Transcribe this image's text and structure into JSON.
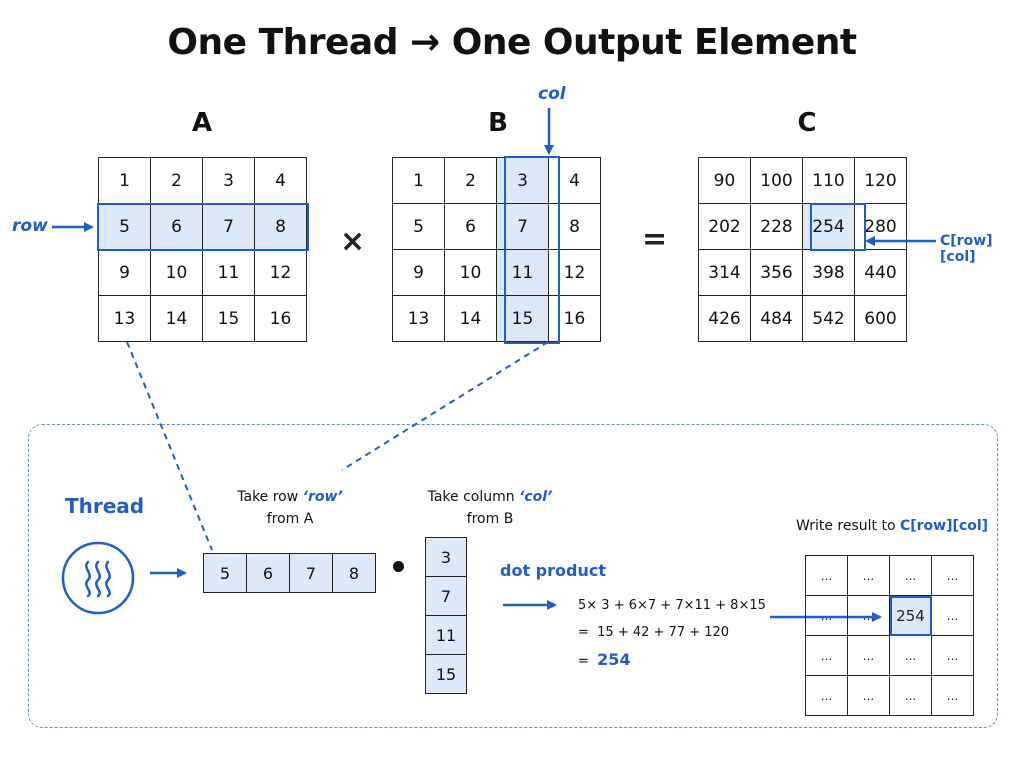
{
  "title": "One Thread → One Output Element",
  "matrices": {
    "a": {
      "label": "A",
      "rows": [
        [
          "1",
          "2",
          "3",
          "4"
        ],
        [
          "5",
          "6",
          "7",
          "8"
        ],
        [
          "9",
          "10",
          "11",
          "12"
        ],
        [
          "13",
          "14",
          "15",
          "16"
        ]
      ],
      "highlight_row": 1
    },
    "b": {
      "label": "B",
      "rows": [
        [
          "1",
          "2",
          "3",
          "4"
        ],
        [
          "5",
          "6",
          "7",
          "8"
        ],
        [
          "9",
          "10",
          "11",
          "12"
        ],
        [
          "13",
          "14",
          "15",
          "16"
        ]
      ],
      "highlight_col": 2
    },
    "c": {
      "label": "C",
      "rows": [
        [
          "90",
          "100",
          "110",
          "120"
        ],
        [
          "202",
          "228",
          "254",
          "280"
        ],
        [
          "314",
          "356",
          "398",
          "440"
        ],
        [
          "426",
          "484",
          "542",
          "600"
        ]
      ],
      "highlight_cell": [
        1,
        2
      ]
    }
  },
  "operators": {
    "times": "×",
    "equals": "="
  },
  "annotations": {
    "row": "row",
    "col": "col",
    "c_ref": "C[row][col]"
  },
  "thread": {
    "label": "Thread",
    "row_caption": {
      "prefix": "Take row ",
      "var": "‘row’",
      "suffix": "from A"
    },
    "col_caption": {
      "prefix": "Take column ",
      "var": "‘col’",
      "suffix": "from B"
    },
    "row_vector": [
      "5",
      "6",
      "7",
      "8"
    ],
    "col_vector": [
      "3",
      "7",
      "11",
      "15"
    ],
    "dot_product_label": "dot product",
    "calc_line1": "5× 3 + 6×7 + 7×11 + 8×15",
    "calc_line2": "=  15 + 42 + 77 + 120",
    "calc_line3_prefix": "=  ",
    "calc_result": "254",
    "write_caption": "Write result to ",
    "write_ref": "C[row][col]",
    "output_grid": [
      [
        "...",
        "...",
        "...",
        "..."
      ],
      [
        "...",
        "...",
        "254",
        "..."
      ],
      [
        "...",
        "...",
        "...",
        "..."
      ],
      [
        "...",
        "...",
        "...",
        "..."
      ]
    ],
    "output_target": [
      1,
      2
    ]
  },
  "colors": {
    "accent": "#1f5fc4",
    "highlight_fill": "#dde8f8"
  }
}
